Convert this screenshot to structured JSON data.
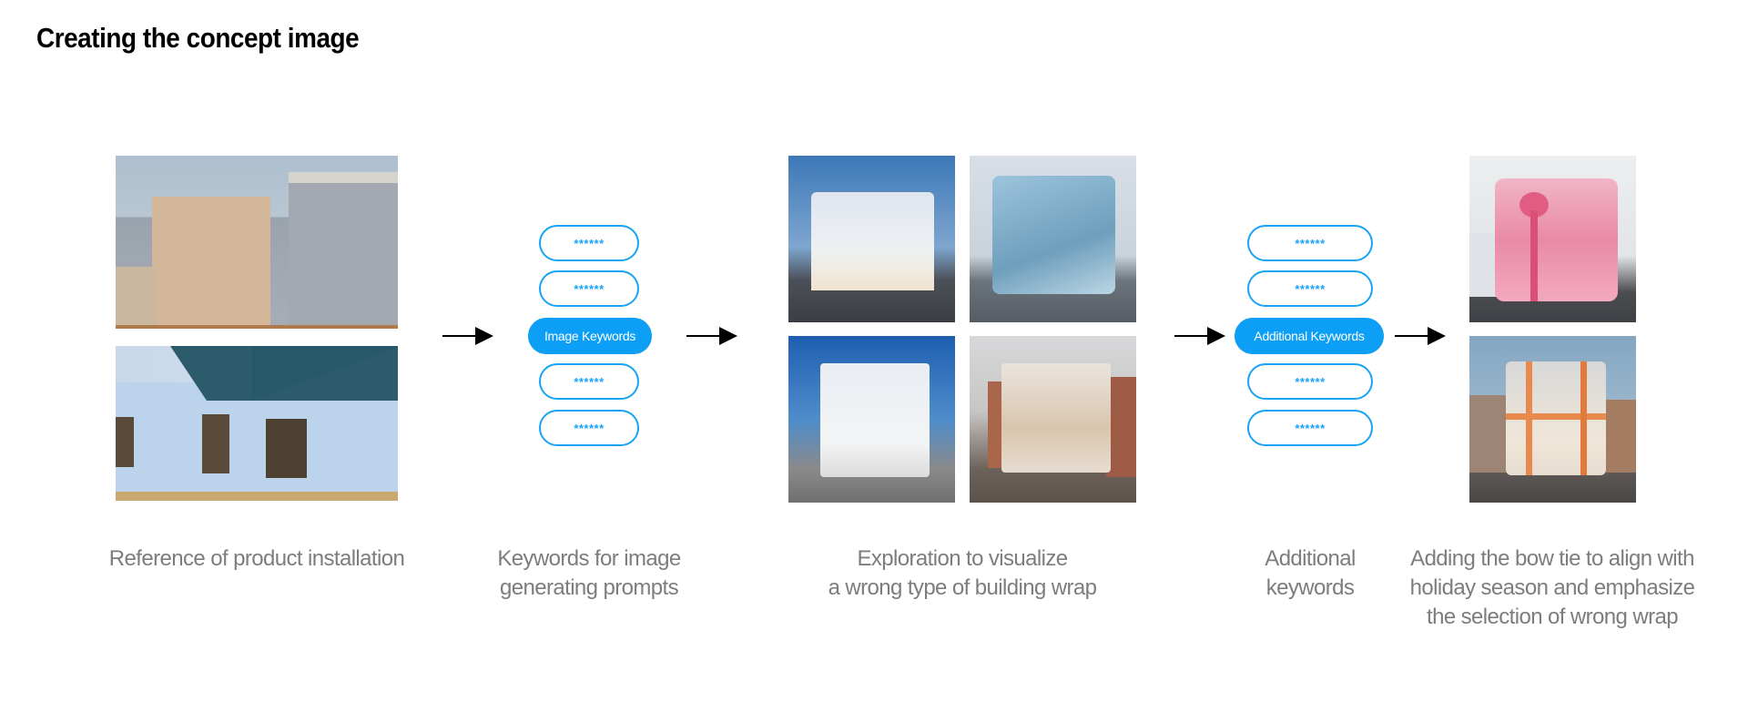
{
  "title": "Creating the concept image",
  "steps": [
    {
      "caption_lines": [
        "Reference of product installation"
      ]
    },
    {
      "caption_lines": [
        "Keywords for image",
        "generating prompts"
      ],
      "active_label": "Image Keywords",
      "keywords": [
        "******",
        "******",
        "******",
        "******"
      ]
    },
    {
      "caption_lines": [
        "Exploration to visualize",
        "a wrong type of building wrap"
      ]
    },
    {
      "caption_lines": [
        "Additional",
        "keywords"
      ],
      "active_label": "Additional Keywords",
      "keywords": [
        "******",
        "******",
        "******",
        "******"
      ]
    },
    {
      "caption_lines": [
        "Adding the bow tie to align with",
        "holiday season and emphasize",
        "the selection of wrong wrap"
      ]
    }
  ],
  "images": {
    "reference": [
      "Multi-story building with grey house wrap",
      "House wrapped in TYPAR building wrap"
    ],
    "exploration": [
      "Building wrapped in white plastic",
      "Building wrapped in blue plastic",
      "Building draped in white sheeting",
      "Victorian house in plastic wrap"
    ],
    "final": [
      "Building wrapped as pink gift with bow",
      "Building wrapped with orange ribbons"
    ]
  },
  "colors": {
    "accent": "#0d9ff5",
    "caption": "#7d7d7d",
    "title": "#000000"
  }
}
